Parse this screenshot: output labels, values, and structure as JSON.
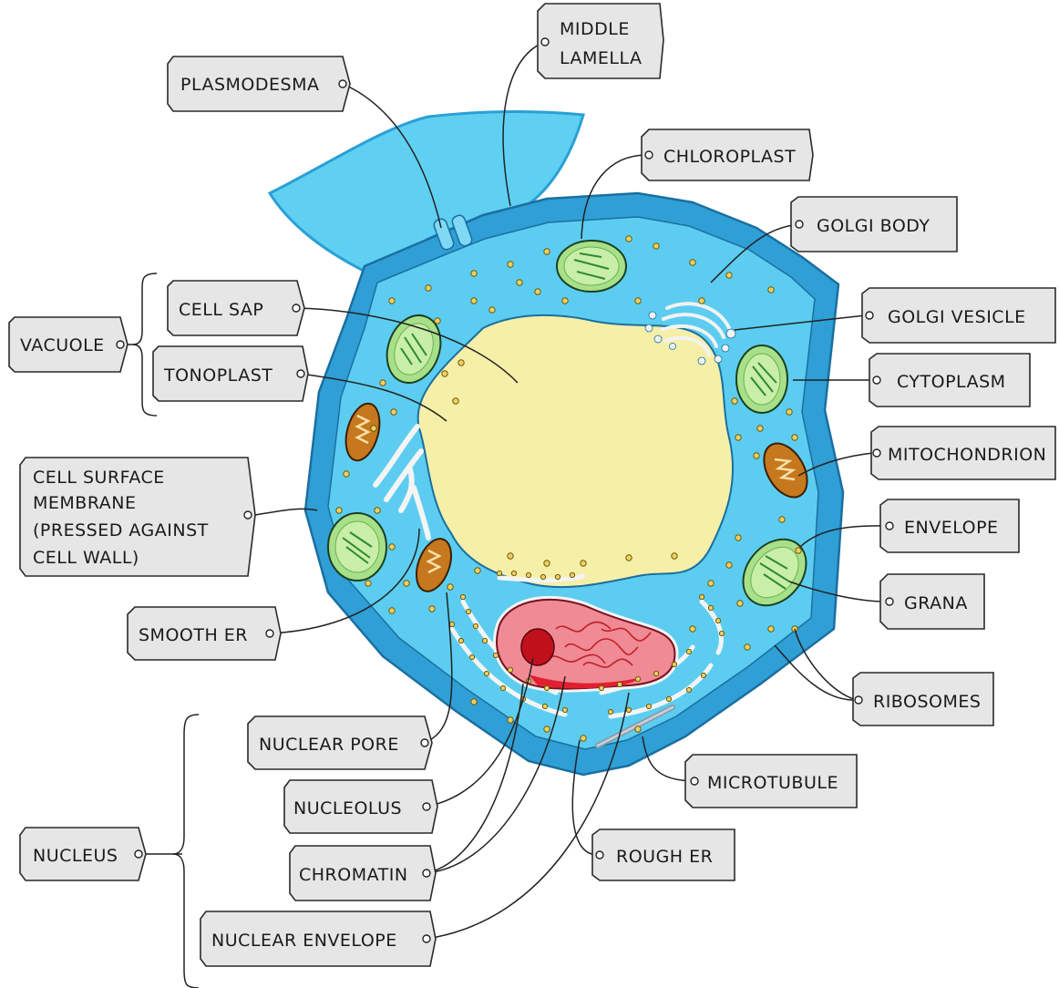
{
  "labels": {
    "plasmodesma": "PLASMODESMA",
    "middle_lamella": [
      "MIDDLE",
      "LAMELLA"
    ],
    "chloroplast": "CHLOROPLAST",
    "golgi_body": "GOLGI BODY",
    "golgi_vesicle": "GOLGI VESICLE",
    "vacuole": "VACUOLE",
    "cell_sap": "CELL SAP",
    "tonoplast": "TONOPLAST",
    "cytoplasm": "CYTOPLASM",
    "mitochondrion": "MITOCHONDRION",
    "cell_surface_membrane": [
      "CELL SURFACE",
      "MEMBRANE",
      "(PRESSED AGAINST",
      "CELL WALL)"
    ],
    "envelope": "ENVELOPE",
    "grana": "GRANA",
    "smooth_er": "SMOOTH ER",
    "ribosomes": "RIBOSOMES",
    "nuclear_pore": "NUCLEAR PORE",
    "microtubule": "MICROTUBULE",
    "nucleolus": "NUCLEOLUS",
    "nucleus": "NUCLEUS",
    "rough_er": "ROUGH ER",
    "chromatin": "CHROMATIN",
    "nuclear_envelope": "NUCLEAR ENVELOPE"
  },
  "colors": {
    "cell_wall": "#2a9fd6",
    "cytoplasm": "#5ccdf0",
    "neighbour_cell": "#5fd0f2",
    "vacuole": "#f5efa8",
    "chloroplast": "#a8e08a",
    "mitochondrion": "#c6781e",
    "nucleus": "#f08a95",
    "ribosome": "#f0d060",
    "label_fill": "#e6e6e6"
  }
}
